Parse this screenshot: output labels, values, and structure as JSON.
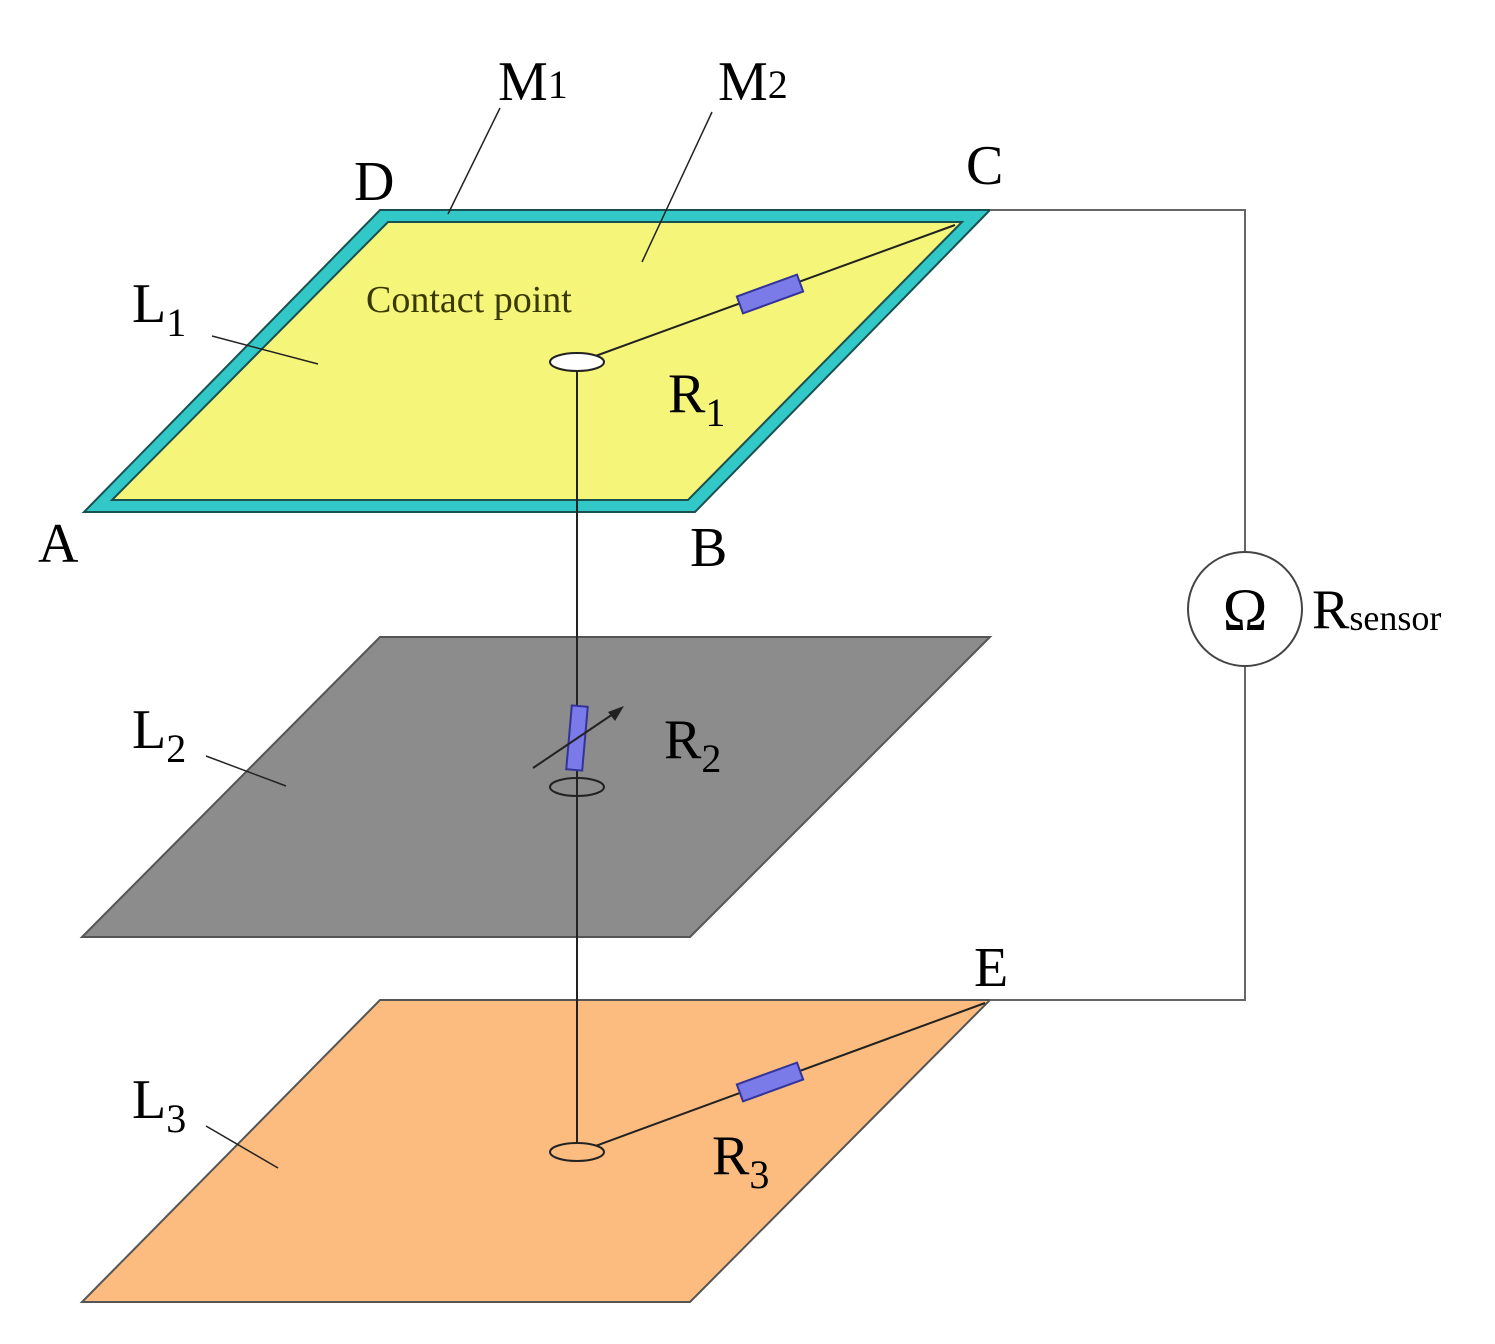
{
  "labels": {
    "corner_a": "A",
    "corner_b": "B",
    "corner_c": "C",
    "corner_d": "D",
    "corner_e": "E",
    "m1_main": "M",
    "m1_sub": "1",
    "m2_main": "M",
    "m2_sub": "2",
    "l1_main": "L",
    "l1_sub": "1",
    "l2_main": "L",
    "l2_sub": "2",
    "l3_main": "L",
    "l3_sub": "3",
    "r1_main": "R",
    "r1_sub": "1",
    "r2_main": "R",
    "r2_sub": "2",
    "r3_main": "R",
    "r3_sub": "3",
    "rsensor_main": "R",
    "rsensor_sub": "sensor",
    "ohm_symbol": "Ω",
    "contact_point": "Contact point"
  },
  "colors": {
    "layer1_fill": "#f5f57a",
    "layer1_border": "#33c8c8",
    "layer2_fill": "#8c8c8c",
    "layer3_fill": "#fcbc80",
    "resistor_fill": "#7a7ae8",
    "wire": "#555555"
  },
  "icons": {
    "ohmmeter": "ohmmeter-icon",
    "resistor": "resistor-icon",
    "variable_resistor": "variable-resistor-icon",
    "contact": "contact-point-icon"
  }
}
